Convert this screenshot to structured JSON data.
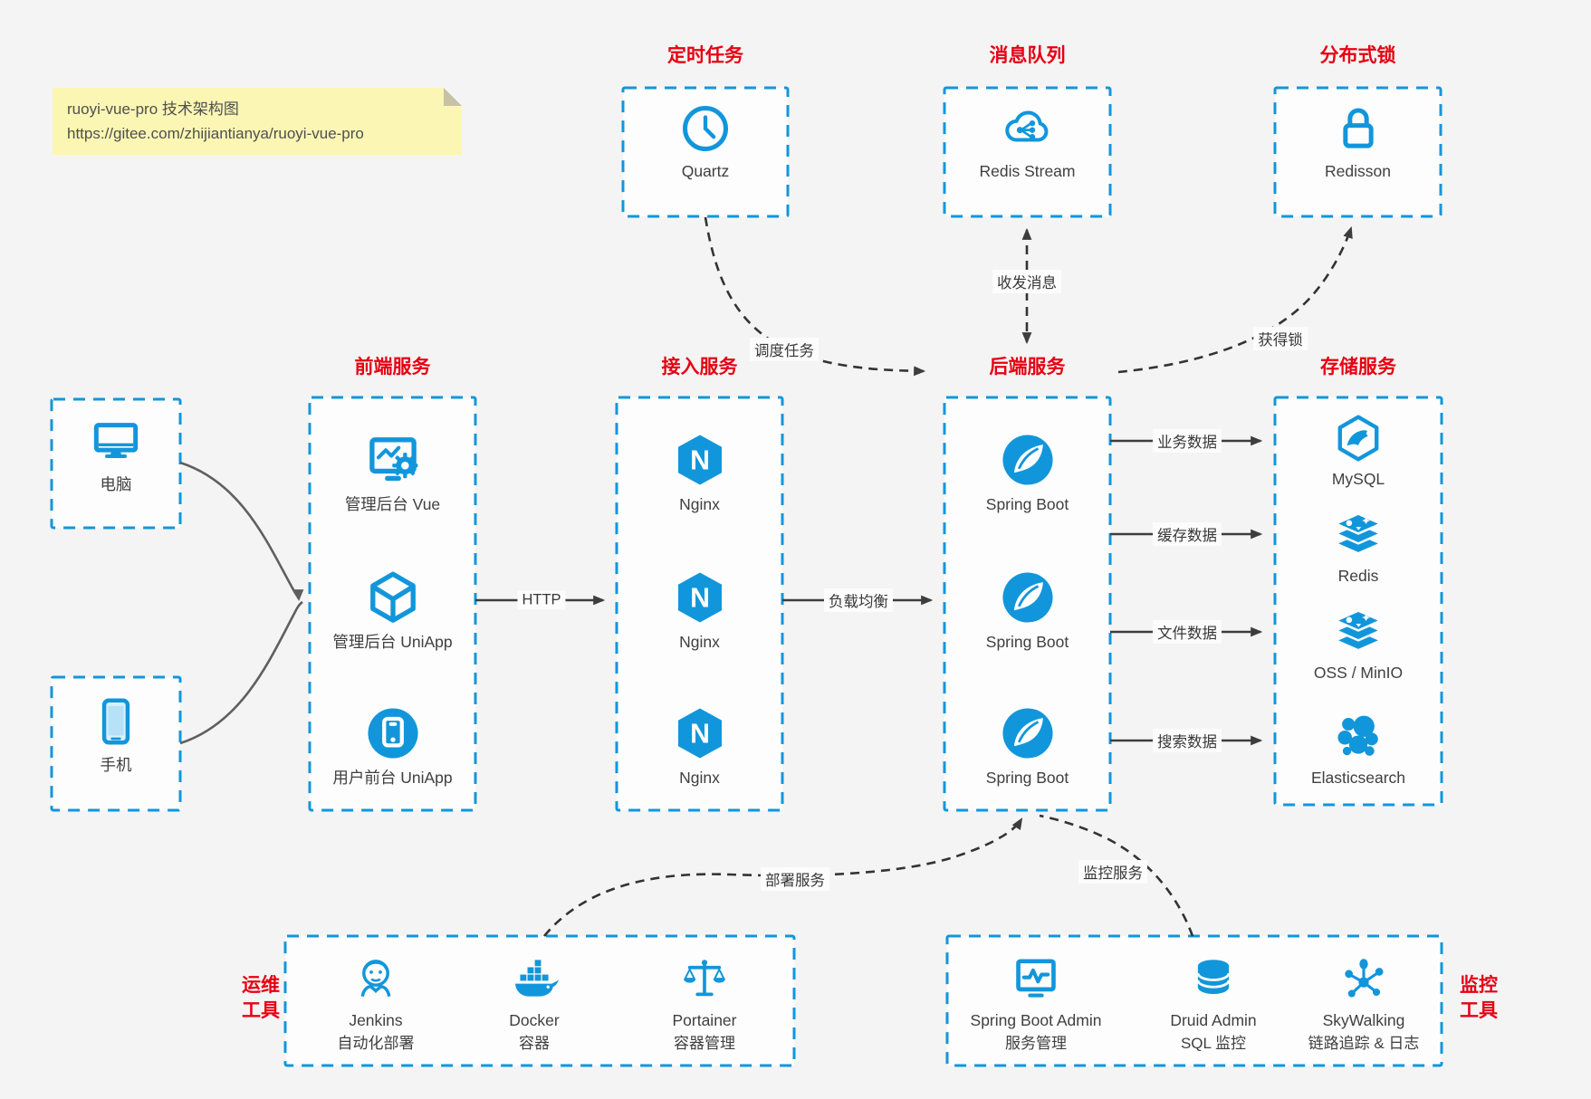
{
  "note": {
    "line1": "ruoyi-vue-pro 技术架构图",
    "line2": "https://gitee.com/zhijiantianya/ruoyi-vue-pro"
  },
  "groups": {
    "scheduler": {
      "title": "定时任务",
      "items": [
        {
          "label": "Quartz"
        }
      ]
    },
    "mq": {
      "title": "消息队列",
      "items": [
        {
          "label": "Redis Stream"
        }
      ]
    },
    "lock": {
      "title": "分布式锁",
      "items": [
        {
          "label": "Redisson"
        }
      ]
    },
    "clients": {
      "pc": "电脑",
      "mobile": "手机"
    },
    "frontend": {
      "title": "前端服务",
      "items": [
        {
          "label": "管理后台 Vue"
        },
        {
          "label": "管理后台 UniApp"
        },
        {
          "label": "用户前台 UniApp"
        }
      ]
    },
    "gateway": {
      "title": "接入服务",
      "items": [
        {
          "label": "Nginx"
        },
        {
          "label": "Nginx"
        },
        {
          "label": "Nginx"
        }
      ]
    },
    "backend": {
      "title": "后端服务",
      "items": [
        {
          "label": "Spring Boot"
        },
        {
          "label": "Spring Boot"
        },
        {
          "label": "Spring Boot"
        }
      ]
    },
    "storage": {
      "title": "存储服务",
      "items": [
        {
          "label": "MySQL"
        },
        {
          "label": "Redis"
        },
        {
          "label": "OSS / MinIO"
        },
        {
          "label": "Elasticsearch"
        }
      ]
    },
    "ops": {
      "title_line1": "运维",
      "title_line2": "工具",
      "items": [
        {
          "name": "Jenkins",
          "desc": "自动化部署"
        },
        {
          "name": "Docker",
          "desc": "容器"
        },
        {
          "name": "Portainer",
          "desc": "容器管理"
        }
      ]
    },
    "monitoring": {
      "title_line1": "监控",
      "title_line2": "工具",
      "items": [
        {
          "name": "Spring Boot Admin",
          "desc": "服务管理"
        },
        {
          "name": "Druid Admin",
          "desc": "SQL 监控"
        },
        {
          "name": "SkyWalking",
          "desc": "链路追踪 & 日志"
        }
      ]
    }
  },
  "edges": {
    "http": "HTTP",
    "load_balance": "负载均衡",
    "biz_data": "业务数据",
    "cache_data": "缓存数据",
    "file_data": "文件数据",
    "search_data": "搜索数据",
    "schedule": "调度任务",
    "messages": "收发消息",
    "acquire_lock": "获得锁",
    "deploy": "部署服务",
    "monitor": "监控服务"
  },
  "colors": {
    "accent_blue": "#1296db",
    "title_red": "#e60012",
    "note_bg": "#fbf6b3",
    "arrow_dark": "#3d3d3d"
  }
}
